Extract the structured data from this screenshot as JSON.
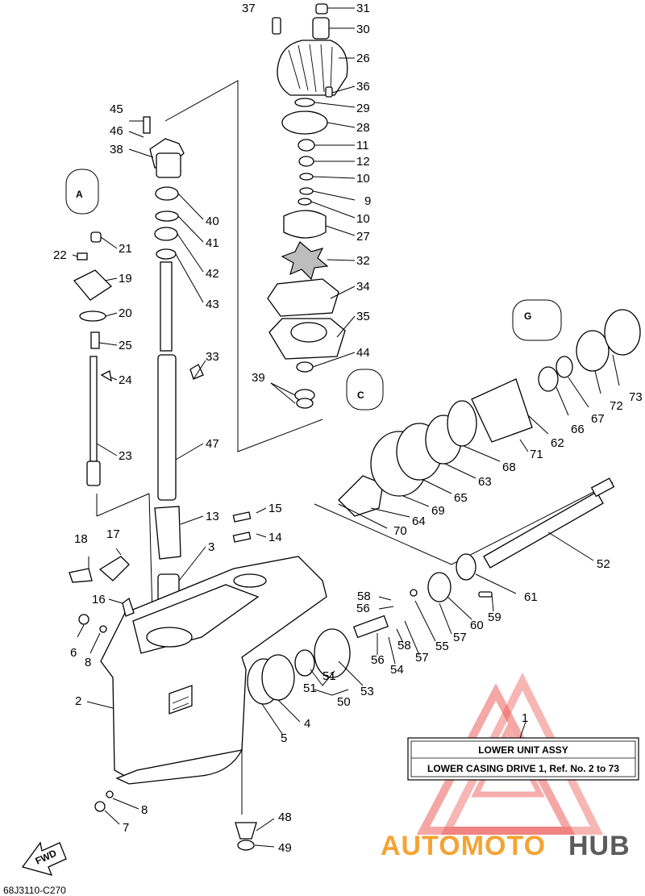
{
  "callouts": [
    {
      "id": "31",
      "text": "31"
    },
    {
      "id": "30",
      "text": "30"
    },
    {
      "id": "37",
      "text": "37"
    },
    {
      "id": "26",
      "text": "26"
    },
    {
      "id": "36",
      "text": "36"
    },
    {
      "id": "29",
      "text": "29"
    },
    {
      "id": "28",
      "text": "28"
    },
    {
      "id": "11",
      "text": "11"
    },
    {
      "id": "12",
      "text": "12"
    },
    {
      "id": "10a",
      "text": "10"
    },
    {
      "id": "9",
      "text": "9"
    },
    {
      "id": "10b",
      "text": "10"
    },
    {
      "id": "27",
      "text": "27"
    },
    {
      "id": "32",
      "text": "32"
    },
    {
      "id": "34",
      "text": "34"
    },
    {
      "id": "35",
      "text": "35"
    },
    {
      "id": "44",
      "text": "44"
    },
    {
      "id": "39",
      "text": "39"
    },
    {
      "id": "45",
      "text": "45"
    },
    {
      "id": "46",
      "text": "46"
    },
    {
      "id": "38",
      "text": "38"
    },
    {
      "id": "40",
      "text": "40"
    },
    {
      "id": "41",
      "text": "41"
    },
    {
      "id": "42",
      "text": "42"
    },
    {
      "id": "43",
      "text": "43"
    },
    {
      "id": "33",
      "text": "33"
    },
    {
      "id": "47",
      "text": "47"
    },
    {
      "id": "21",
      "text": "21"
    },
    {
      "id": "22",
      "text": "22"
    },
    {
      "id": "19",
      "text": "19"
    },
    {
      "id": "20",
      "text": "20"
    },
    {
      "id": "25",
      "text": "25"
    },
    {
      "id": "24",
      "text": "24"
    },
    {
      "id": "23",
      "text": "23"
    },
    {
      "id": "13",
      "text": "13"
    },
    {
      "id": "15",
      "text": "15"
    },
    {
      "id": "14",
      "text": "14"
    },
    {
      "id": "3",
      "text": "3"
    },
    {
      "id": "18",
      "text": "18"
    },
    {
      "id": "17",
      "text": "17"
    },
    {
      "id": "16",
      "text": "16"
    },
    {
      "id": "6",
      "text": "6"
    },
    {
      "id": "8a",
      "text": "8"
    },
    {
      "id": "2",
      "text": "2"
    },
    {
      "id": "4",
      "text": "4"
    },
    {
      "id": "5",
      "text": "5"
    },
    {
      "id": "8b",
      "text": "8"
    },
    {
      "id": "7",
      "text": "7"
    },
    {
      "id": "48",
      "text": "48"
    },
    {
      "id": "49",
      "text": "49"
    },
    {
      "id": "73",
      "text": "73"
    },
    {
      "id": "72",
      "text": "72"
    },
    {
      "id": "67",
      "text": "67"
    },
    {
      "id": "66",
      "text": "66"
    },
    {
      "id": "62",
      "text": "62"
    },
    {
      "id": "71",
      "text": "71"
    },
    {
      "id": "68",
      "text": "68"
    },
    {
      "id": "63",
      "text": "63"
    },
    {
      "id": "65",
      "text": "65"
    },
    {
      "id": "69",
      "text": "69"
    },
    {
      "id": "64",
      "text": "64"
    },
    {
      "id": "70",
      "text": "70"
    },
    {
      "id": "52",
      "text": "52"
    },
    {
      "id": "61",
      "text": "61"
    },
    {
      "id": "59",
      "text": "59"
    },
    {
      "id": "60",
      "text": "60"
    },
    {
      "id": "57a",
      "text": "57"
    },
    {
      "id": "55",
      "text": "55"
    },
    {
      "id": "58a",
      "text": "58"
    },
    {
      "id": "56a",
      "text": "56"
    },
    {
      "id": "58b",
      "text": "58"
    },
    {
      "id": "57b",
      "text": "57"
    },
    {
      "id": "54",
      "text": "54"
    },
    {
      "id": "56b",
      "text": "56"
    },
    {
      "id": "53",
      "text": "53"
    },
    {
      "id": "51a",
      "text": "51"
    },
    {
      "id": "51b",
      "text": "51"
    },
    {
      "id": "50",
      "text": "50"
    },
    {
      "id": "1",
      "text": "1"
    }
  ],
  "info_box": {
    "title": "LOWER  UNIT  ASSY",
    "subtitle": "LOWER CASING DRIVE 1,  Ref. No. 2 to 73"
  },
  "fwd_label": "FWD",
  "diagram_code": "68J3110-C270",
  "watermark": {
    "part1": "AUTOMOTO",
    "part2": "HUB",
    "color_red": "#e8413c",
    "color_orange": "#f39a1e",
    "color_gray": "#4a4a4a"
  },
  "grease_markers": [
    "A",
    "G",
    "C"
  ]
}
